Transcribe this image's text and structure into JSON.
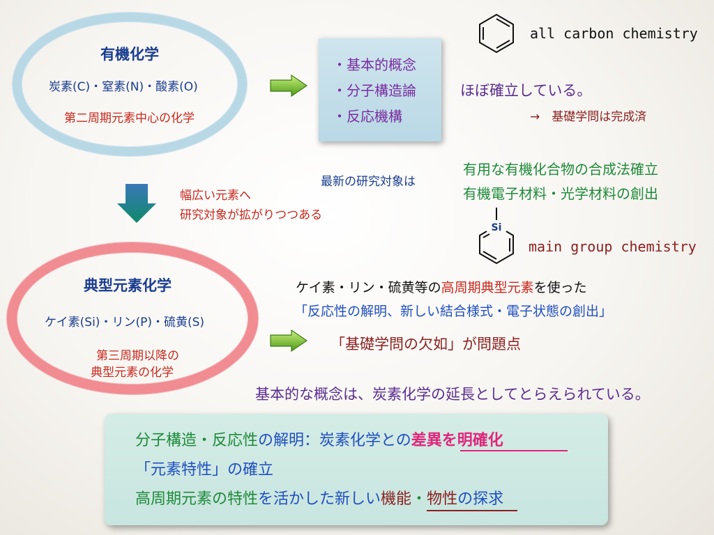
{
  "organic": {
    "title": "有機化学",
    "elements": "炭素(C)・窒素(N)・酸素(O)",
    "subtitle": "第二周期元素中心の化学"
  },
  "concepts": {
    "items": [
      "・基本的概念",
      "・分子構造論",
      "・反応機構"
    ],
    "status": "ほぼ確立している。",
    "conclusion": "→　基礎学問は完成済"
  },
  "labels": {
    "all_carbon": "all carbon chemistry",
    "main_group": "main group chemistry",
    "si_atom": "Si"
  },
  "research": {
    "lead": "最新の研究対象は",
    "target1": "有用な有機化合物の合成法確立",
    "target2": "有機電子材料・光学材料の創出"
  },
  "expansion": {
    "line1": "幅広い元素へ",
    "line2": "研究対象が拡がりつつある"
  },
  "main_group": {
    "title": "典型元素化学",
    "elements": "ケイ素(Si)・リン(P)・硫黄(S)",
    "subtitle1": "第三周期以降の",
    "subtitle2": "典型元素の化学"
  },
  "usage": {
    "prefix": "ケイ素・リン・硫黄等の",
    "highlight": "高周期典型元素",
    "suffix": "を使った",
    "goal": "「反応性の解明、新しい結合様式・電子状態の創出」"
  },
  "problem": {
    "text": "「基礎学問の欠如」が問題点"
  },
  "note": "基本的な概念は、炭素化学の延長としてとらえられている。",
  "summary": {
    "line1_a": "分子構造・反応性",
    "line1_b": "の解明：炭素化学との",
    "line1_c": "差異を明確化",
    "line2": "「元素特性」の確立",
    "line3_a": "高周期元素の特性",
    "line3_b": "を活かした新しい",
    "line3_c": "機能",
    "line3_d": "・",
    "line3_e": "物性",
    "line3_f": "の探求"
  },
  "colors": {
    "navy": "#1a3d8f",
    "red": "#c8281e",
    "green": "#1e8a3a",
    "purple": "#5a2c90",
    "maroon": "#8a1f1f",
    "pink": "#e0267a",
    "box_blue": "#b9d8e5",
    "box_green": "#c8e5df"
  }
}
